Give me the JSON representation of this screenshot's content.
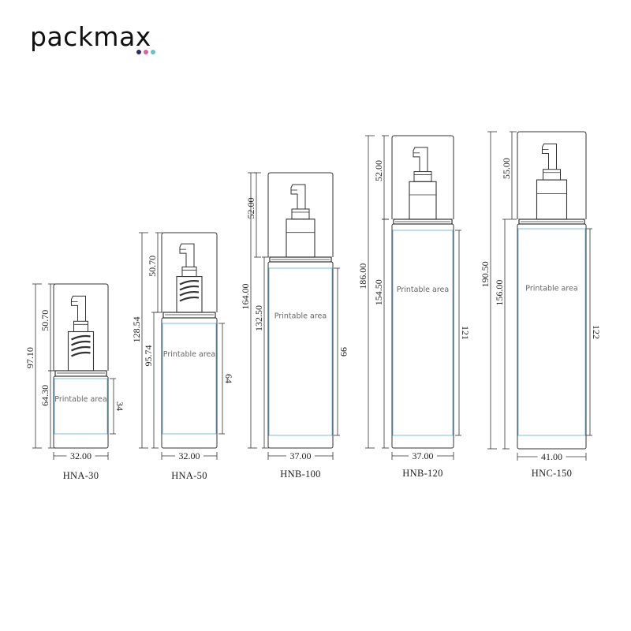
{
  "brand": {
    "name": "packmax",
    "dot_colors": [
      "#2b2d6e",
      "#e0609a",
      "#5cc7c4"
    ]
  },
  "colors": {
    "outline": "#333333",
    "printable": "#6fb9e0"
  },
  "bottles": [
    {
      "name": "HNA-30",
      "total_height": "97.10",
      "pump_height": "50.70",
      "body_height": "64.30",
      "printable_height": "34",
      "width": "32.00",
      "printable_label": "Printable area"
    },
    {
      "name": "HNA-50",
      "total_height": "128.54",
      "pump_height": "50.70",
      "body_height": "95.74",
      "printable_height": "64",
      "width": "32.00",
      "printable_label": "Printable area"
    },
    {
      "name": "HNB-100",
      "total_height": "164.00",
      "pump_height": "52.00",
      "body_height": "132.50",
      "printable_height": "99",
      "width": "37.00",
      "printable_label": "Printable area"
    },
    {
      "name": "HNB-120",
      "total_height": "186.00",
      "pump_height": "52.00",
      "body_height": "154.50",
      "printable_height": "121",
      "width": "37.00",
      "printable_label": "Printable area"
    },
    {
      "name": "HNC-150",
      "total_height": "190.50",
      "pump_height": "55.00",
      "body_height": "156.00",
      "printable_height": "122",
      "width": "41.00",
      "printable_label": "Printable area"
    }
  ]
}
